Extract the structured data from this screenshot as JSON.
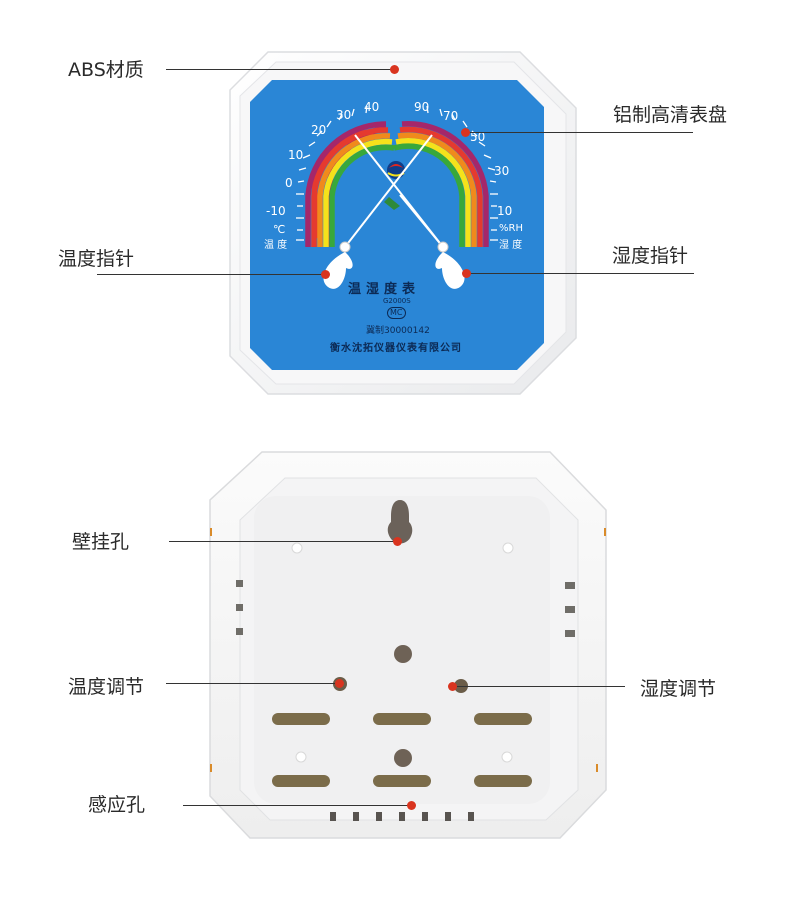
{
  "callouts": {
    "abs_material": "ABS材质",
    "aluminum_dial": "铝制高清表盘",
    "temp_pointer": "温度指针",
    "humidity_pointer": "湿度指针",
    "wall_hole": "壁挂孔",
    "temp_adjust": "温度调节",
    "humidity_adjust": "湿度调节",
    "sensor_hole": "感应孔"
  },
  "dial": {
    "title": "温湿度表",
    "model": "G2000S",
    "mc_mark": "MC",
    "license": "冀制30000142",
    "maker": "衡水沈拓仪器仪表有限公司",
    "temp_unit": "℃",
    "temp_label": "温 度",
    "hum_unit": "%RH",
    "hum_label": "湿 度",
    "temp_ticks": [
      "-10",
      "0",
      "10",
      "20",
      "30",
      "40"
    ],
    "hum_ticks": [
      "90",
      "70",
      "50",
      "30",
      "10"
    ]
  },
  "colors": {
    "dial_blue": "#2a86d6",
    "callout_dot": "#d9341f"
  }
}
